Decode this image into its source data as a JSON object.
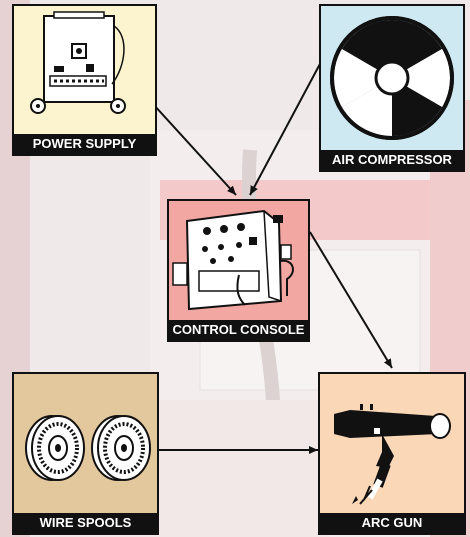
{
  "nodes": {
    "power_supply": {
      "label": "POWER SUPPLY",
      "bg": "#fbf4cf"
    },
    "air_compressor": {
      "label": "AIR COMPRESSOR",
      "bg": "#cfe9f3"
    },
    "control_console": {
      "label": "CONTROL CONSOLE",
      "bg": "#f2a7a2"
    },
    "wire_spools": {
      "label": "WIRE SPOOLS",
      "bg": "#e3c79d"
    },
    "arc_gun": {
      "label": "ARC GUN",
      "bg": "#f9d7b7"
    }
  },
  "edges": [
    {
      "from": "power_supply",
      "to": "control_console"
    },
    {
      "from": "air_compressor",
      "to": "control_console"
    },
    {
      "from": "control_console",
      "to": "arc_gun"
    },
    {
      "from": "wire_spools",
      "to": "arc_gun"
    }
  ]
}
